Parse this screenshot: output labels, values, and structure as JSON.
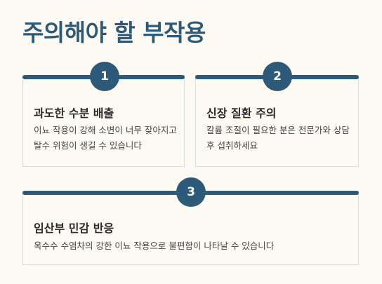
{
  "page": {
    "title": "주의해야 할 부작용"
  },
  "cards": [
    {
      "number": "1",
      "title": "과도한 수분 배출",
      "description": "이뇨 작용이 강해 소변이 너무 잦아지고 탈수 위험이 생길 수 있습니다"
    },
    {
      "number": "2",
      "title": "신장 질환 주의",
      "description": "칼륨 조절이 필요한 분은 전문가와 상담 후 섭취하세요"
    },
    {
      "number": "3",
      "title": "임산부 민감 반응",
      "description": "옥수수 수염차의 강한 이뇨 작용으로 불편함이 나타날 수 있습니다"
    }
  ],
  "colors": {
    "accent": "#2d5a78",
    "background": "#fdfaf3",
    "border": "#dcdcdc"
  }
}
